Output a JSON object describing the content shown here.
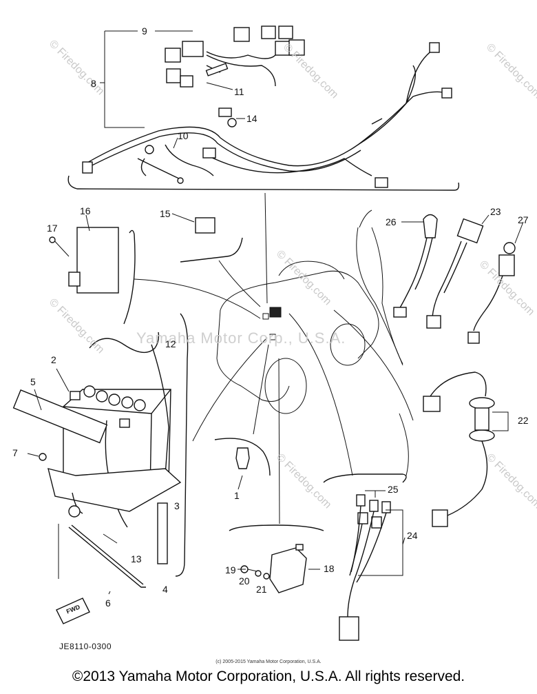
{
  "diagram": {
    "callouts": [
      {
        "id": "9",
        "text": "9"
      },
      {
        "id": "8",
        "text": "8"
      },
      {
        "id": "11",
        "text": "11"
      },
      {
        "id": "14",
        "text": "14"
      },
      {
        "id": "10",
        "text": "10"
      },
      {
        "id": "16",
        "text": "16"
      },
      {
        "id": "17",
        "text": "17"
      },
      {
        "id": "15",
        "text": "15"
      },
      {
        "id": "26",
        "text": "26"
      },
      {
        "id": "23",
        "text": "23"
      },
      {
        "id": "27",
        "text": "27"
      },
      {
        "id": "2",
        "text": "2"
      },
      {
        "id": "12",
        "text": "12"
      },
      {
        "id": "5",
        "text": "5"
      },
      {
        "id": "7",
        "text": "7"
      },
      {
        "id": "3",
        "text": "3"
      },
      {
        "id": "13",
        "text": "13"
      },
      {
        "id": "4",
        "text": "4"
      },
      {
        "id": "6",
        "text": "6"
      },
      {
        "id": "1",
        "text": "1"
      },
      {
        "id": "22",
        "text": "22"
      },
      {
        "id": "25",
        "text": "25"
      },
      {
        "id": "24",
        "text": "24"
      },
      {
        "id": "18",
        "text": "18"
      },
      {
        "id": "19",
        "text": "19"
      },
      {
        "id": "20",
        "text": "20"
      },
      {
        "id": "21",
        "text": "21"
      }
    ],
    "fwd_label": "FWD",
    "drawing_code": "JE8110-0300",
    "fine_print": "(c) 2005-2015 Yamaha Motor Corporation, U.S.A.",
    "copyright": "©2013 Yamaha Motor Corporation, U.S.A. All rights reserved.",
    "watermarks": {
      "site": "© Firedog.com",
      "center": "Yamaha Motor Corp., U.S.A."
    }
  }
}
